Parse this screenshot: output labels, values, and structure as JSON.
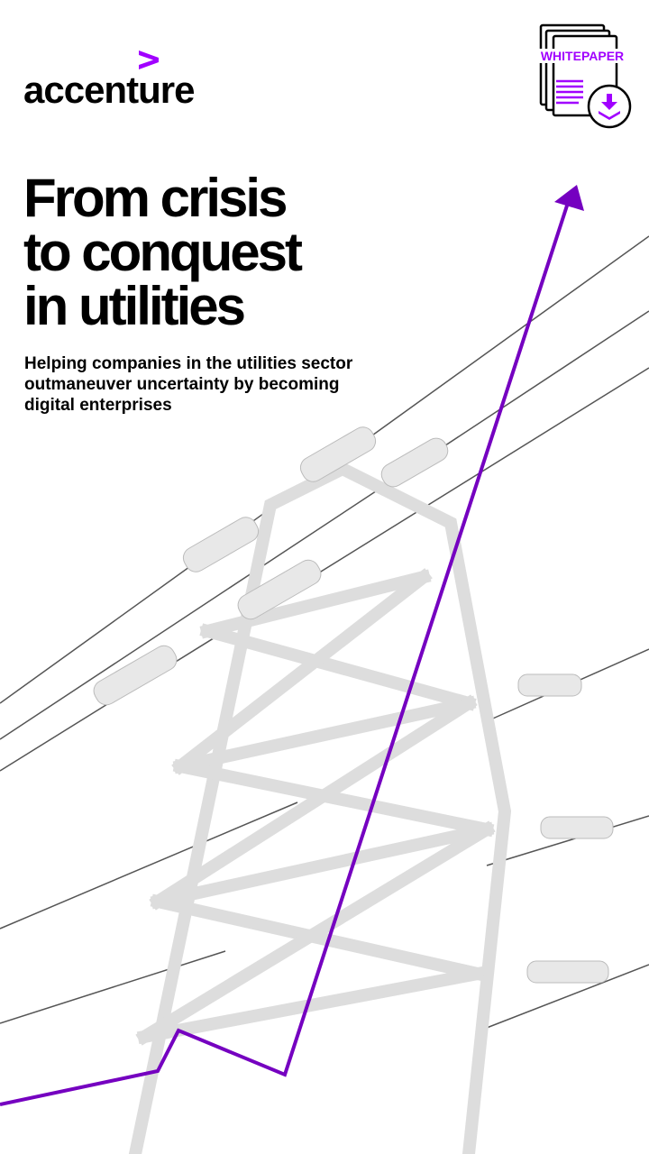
{
  "brand": {
    "name": "accenture",
    "accent": "#a100ff",
    "line_color": "#7500c0"
  },
  "headline": [
    "From crisis",
    "to conquest",
    "in utilities"
  ],
  "subheadline": [
    "Helping companies in the utilities sector",
    "outmaneuver uncertainty by becoming",
    "digital enterprises"
  ],
  "badge": {
    "label": "WHITEPAPER",
    "icon": "document-download-icon"
  }
}
